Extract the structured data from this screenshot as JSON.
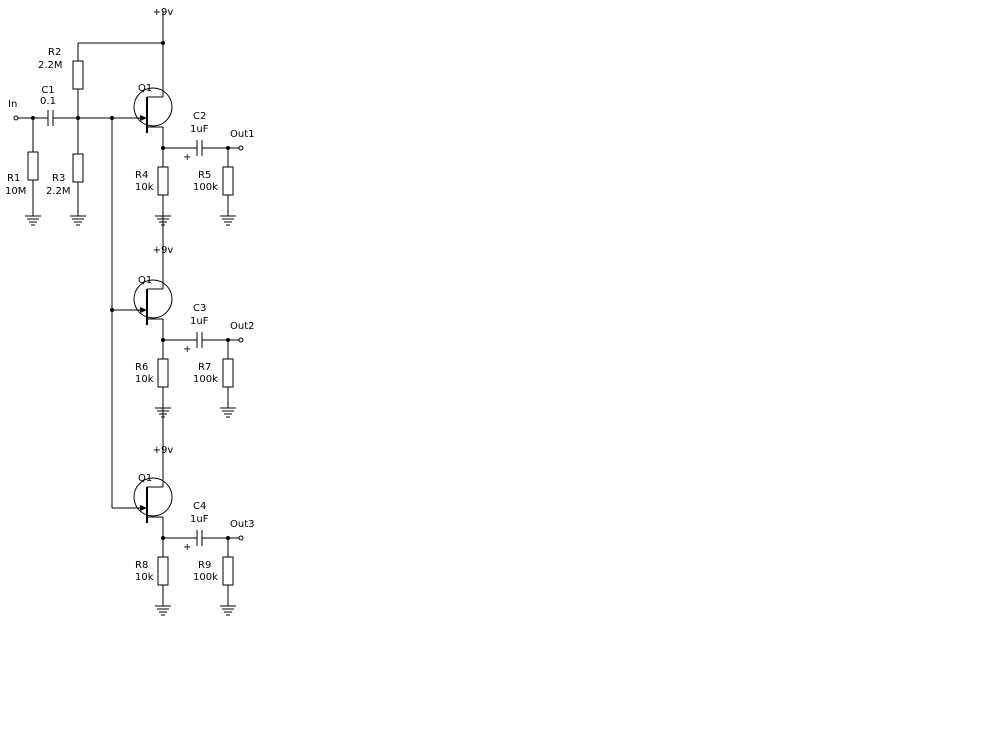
{
  "supply": [
    "+9v",
    "+9v",
    "+9v"
  ],
  "input": {
    "label": "In"
  },
  "components": {
    "R1": {
      "ref": "R1",
      "value": "10M"
    },
    "R2": {
      "ref": "R2",
      "value": "2.2M"
    },
    "R3": {
      "ref": "R3",
      "value": "2.2M"
    },
    "C1": {
      "ref": "C1",
      "value": "0.1"
    },
    "stages": [
      {
        "q": "Q1",
        "cap": "C2",
        "cap_value": "1uF",
        "plus": "+",
        "out": "Out1",
        "rs": "R4",
        "rs_value": "10k",
        "rl": "R5",
        "rl_value": "100k"
      },
      {
        "q": "Q1",
        "cap": "C3",
        "cap_value": "1uF",
        "plus": "+",
        "out": "Out2",
        "rs": "R6",
        "rs_value": "10k",
        "rl": "R7",
        "rl_value": "100k"
      },
      {
        "q": "Q1",
        "cap": "C4",
        "cap_value": "1uF",
        "plus": "+",
        "out": "Out3",
        "rs": "R8",
        "rs_value": "10k",
        "rl": "R9",
        "rl_value": "100k"
      }
    ]
  }
}
